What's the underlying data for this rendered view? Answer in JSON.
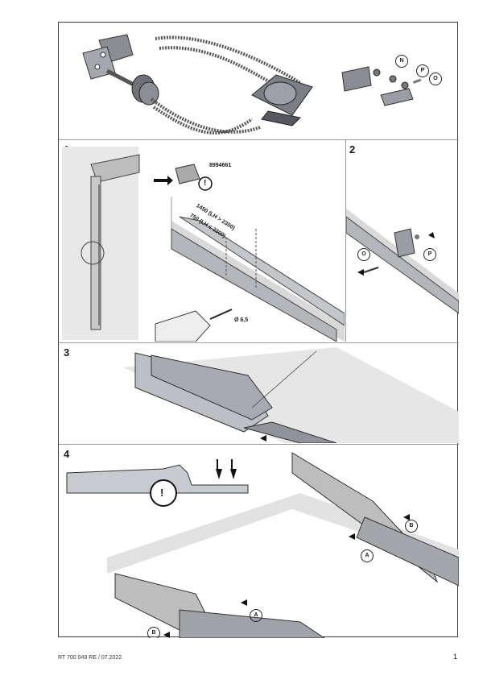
{
  "steps": {
    "s1": "1",
    "s2": "2",
    "s3": "3",
    "s4": "4"
  },
  "part_number": "8994661",
  "dimension_a": "1450 (LH > 2300)",
  "dimension_b": "750 (LH ≤ 2300)",
  "drill_size": "Ø 6,5",
  "callouts": {
    "N": "N",
    "O": "O",
    "P": "P",
    "A": "A",
    "B": "B"
  },
  "warning_symbol": "!",
  "footer": {
    "doc_ref": "RT 700 049  RE / 07.2022",
    "page": "1"
  }
}
